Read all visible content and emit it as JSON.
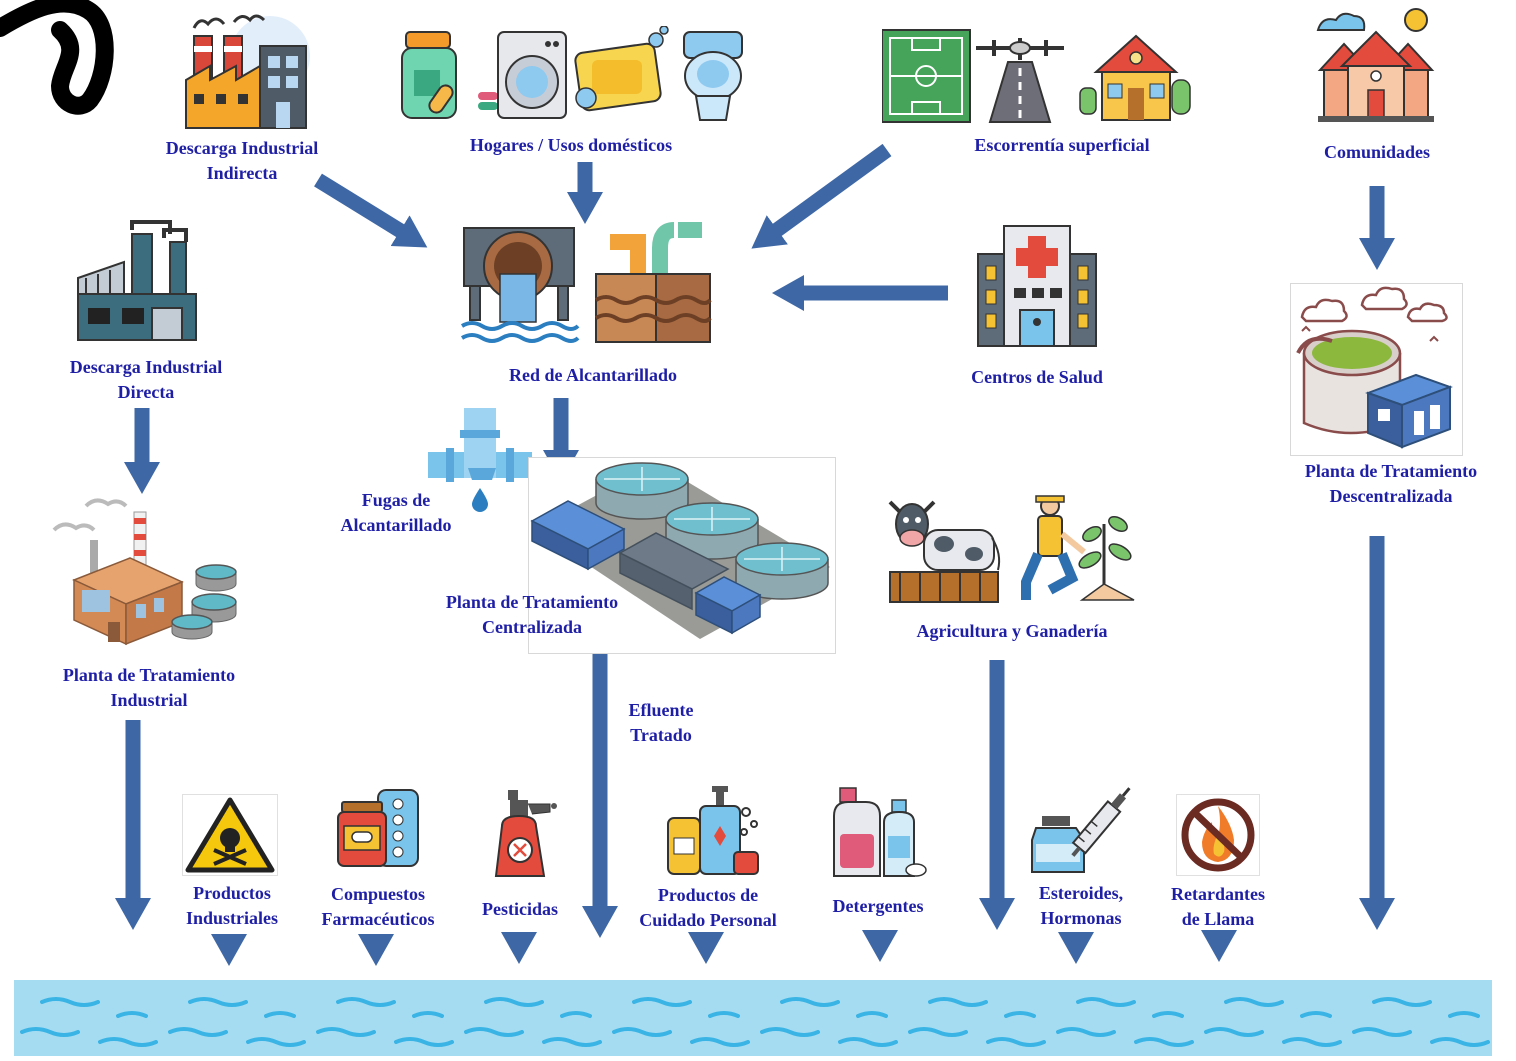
{
  "colors": {
    "label": "#1f1fa6",
    "arrow": "#3e67a6",
    "water": "#a6dcf2",
    "wave": "#3ab4e5"
  },
  "sources": {
    "descarga_indirecta": [
      "Descarga Industrial",
      "Indirecta"
    ],
    "hogares": [
      "Hogares / Usos domésticos"
    ],
    "escorrentia": [
      "Escorrentía superficial"
    ],
    "comunidades": [
      "Comunidades"
    ],
    "descarga_directa": [
      "Descarga Industrial",
      "Directa"
    ],
    "centros_salud": [
      "Centros de Salud"
    ],
    "agricultura": [
      "Agricultura  y Ganadería"
    ]
  },
  "nodes": {
    "red_alcantarillado": [
      "Red de Alcantarillado"
    ],
    "fugas": [
      "Fugas de",
      "Alcantarillado"
    ],
    "planta_centralizada": [
      "Planta de Tratamiento",
      "Centralizada"
    ],
    "planta_industrial": [
      "Planta de Tratamiento",
      "Industrial"
    ],
    "planta_descentralizada": [
      "Planta de Tratamiento",
      "Descentralizada"
    ],
    "efluente": [
      "Efluente",
      "Tratado"
    ]
  },
  "contaminants": {
    "productos_industriales": [
      "Productos",
      "Industriales"
    ],
    "farmaceuticos": [
      "Compuestos",
      "Farmacéuticos"
    ],
    "pesticidas": [
      "Pesticidas"
    ],
    "cuidado_personal": [
      "Productos de",
      "Cuidado Personal"
    ],
    "detergentes": [
      "Detergentes"
    ],
    "esteroides": [
      "Esteroides,",
      "Hormonas"
    ],
    "retardantes": [
      "Retardantes",
      "de Llama"
    ]
  },
  "icons": [
    "factory-icon",
    "household-icon",
    "runoff-icon",
    "community-icon",
    "sewer-icon",
    "hospital-icon",
    "treatment-plant-icon",
    "leak-icon",
    "agriculture-icon",
    "hazard-icon",
    "medicine-icon",
    "spray-icon",
    "cosmetics-icon",
    "detergent-icon",
    "syringe-icon",
    "no-fire-icon",
    "water-body-icon"
  ]
}
